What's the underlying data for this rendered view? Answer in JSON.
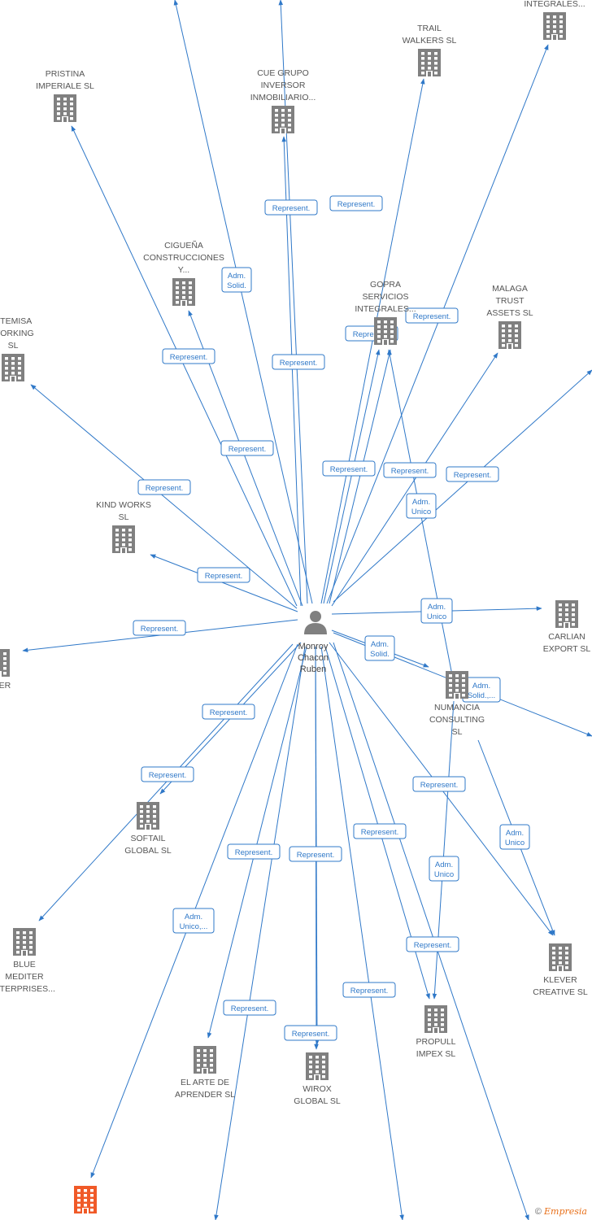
{
  "center": {
    "label": [
      "Monroy",
      "Chacon",
      "Ruben"
    ]
  },
  "colors": {
    "edge": "#2f78c8",
    "building": "#808080",
    "highlight": "#f05a28",
    "person": "#808080"
  },
  "nodes": [
    {
      "id": "integrales_top",
      "label": [
        "INTEGRALES..."
      ],
      "icon": "building-icon"
    },
    {
      "id": "trail_walkers",
      "label": [
        "TRAIL",
        "WALKERS  SL"
      ],
      "icon": "building-icon"
    },
    {
      "id": "pristina",
      "label": [
        "PRISTINA",
        "IMPERIALE  SL"
      ],
      "icon": "building-icon"
    },
    {
      "id": "cue_grupo",
      "label": [
        "CUE GRUPO",
        "INVERSOR",
        "INMOBILIARIO..."
      ],
      "icon": "building-icon"
    },
    {
      "id": "ciguena",
      "label": [
        "CIGUEÑA",
        "CONSTRUCCIONES",
        "Y..."
      ],
      "icon": "building-icon"
    },
    {
      "id": "gopra",
      "label": [
        "GOPRA",
        "SERVICIOS",
        "INTEGRALES..."
      ],
      "icon": "building-icon"
    },
    {
      "id": "malaga",
      "label": [
        "MALAGA",
        "TRUST",
        "ASSETS  SL"
      ],
      "icon": "building-icon"
    },
    {
      "id": "artemisa",
      "label": [
        "RTEMISA",
        "WORKING",
        "SL"
      ],
      "icon": "building-icon"
    },
    {
      "id": "kind_works",
      "label": [
        "KIND WORKS",
        "SL"
      ],
      "icon": "building-icon"
    },
    {
      "id": "carlian",
      "label": [
        "CARLIAN",
        "EXPORT SL"
      ],
      "icon": "building-icon"
    },
    {
      "id": "mber",
      "label": [
        "MBER"
      ],
      "icon": "building-icon"
    },
    {
      "id": "numancia",
      "label": [
        "NUMANCIA",
        "CONSULTING",
        "SL"
      ],
      "icon": "building-icon"
    },
    {
      "id": "softail",
      "label": [
        "SOFTAIL",
        "GLOBAL  SL"
      ],
      "icon": "building-icon"
    },
    {
      "id": "blue_mediter",
      "label": [
        "BLUE",
        "MEDITER",
        "NTERPRISES..."
      ],
      "icon": "building-icon"
    },
    {
      "id": "klever",
      "label": [
        "KLEVER",
        "CREATIVE  SL"
      ],
      "icon": "building-icon"
    },
    {
      "id": "propull",
      "label": [
        "PROPULL",
        "IMPEX  SL"
      ],
      "icon": "building-icon"
    },
    {
      "id": "el_arte",
      "label": [
        "EL ARTE DE",
        "APRENDER  SL"
      ],
      "icon": "building-icon"
    },
    {
      "id": "wirox",
      "label": [
        "WIROX",
        "GLOBAL  SL"
      ],
      "icon": "building-icon"
    },
    {
      "id": "orange_bottom",
      "label": [],
      "icon": "building-icon-highlight"
    }
  ],
  "edges": [
    {
      "to": "pristina",
      "label": [
        "Represent."
      ]
    },
    {
      "to": "cue_grupo",
      "label": [
        "Represent."
      ]
    },
    {
      "to": "cue_grupo",
      "label": [
        "Represent."
      ]
    },
    {
      "to": "trail_walkers",
      "label": [
        "Represent."
      ]
    },
    {
      "to": "integrales_top",
      "label": [
        "Represent."
      ]
    },
    {
      "to": "ciguena",
      "label": [
        "Represent."
      ]
    },
    {
      "to": "gopra",
      "label": [
        "Represent."
      ]
    },
    {
      "to": "gopra",
      "label": [
        "Represent."
      ]
    },
    {
      "to": "malaga",
      "label": [
        "Represent."
      ]
    },
    {
      "to": "artemisa",
      "label": [
        "Represent."
      ]
    },
    {
      "to": "kind_works",
      "label": [
        "Represent."
      ]
    },
    {
      "to": "offscreen_right",
      "label": [
        "Represent."
      ]
    },
    {
      "to": "offscreen_top",
      "label": [
        "Adm.",
        "Solid."
      ]
    },
    {
      "to": "gopra_from_numancia",
      "label": [
        "Adm.",
        "Unico"
      ]
    },
    {
      "to": "carlian",
      "label": [
        "Adm.",
        "Unico"
      ]
    },
    {
      "to": "mber",
      "label": [
        "Represent."
      ]
    },
    {
      "to": "numancia",
      "label": [
        "Adm.",
        "Solid."
      ]
    },
    {
      "to": "offscreen_right_numancia",
      "label": [
        "Adm.",
        "Solid.,..."
      ]
    },
    {
      "to": "softail",
      "label": [
        "Represent."
      ]
    },
    {
      "to": "blue_mediter",
      "label": [
        "Represent."
      ]
    },
    {
      "to": "klever",
      "label": [
        "Represent."
      ]
    },
    {
      "to": "klever_from_numancia",
      "label": [
        "Adm.",
        "Unico"
      ]
    },
    {
      "to": "propull",
      "label": [
        "Represent."
      ]
    },
    {
      "to": "propull_from_numancia",
      "label": [
        "Adm.",
        "Unico"
      ]
    },
    {
      "to": "el_arte",
      "label": [
        "Represent."
      ]
    },
    {
      "to": "wirox",
      "label": [
        "Represent."
      ]
    },
    {
      "to": "wirox",
      "label": [
        "Represent."
      ]
    },
    {
      "to": "orange_bottom",
      "label": [
        "Adm.",
        "Unico,..."
      ]
    },
    {
      "to": "offscreen_bottom",
      "label": [
        "Represent."
      ]
    },
    {
      "to": "offscreen_bottom_2",
      "label": [
        "Represent."
      ]
    },
    {
      "to": "offscreen_bottom_3",
      "label": [
        "Represent."
      ]
    }
  ],
  "footer": {
    "copyright": "©",
    "brand": "Empresia"
  }
}
